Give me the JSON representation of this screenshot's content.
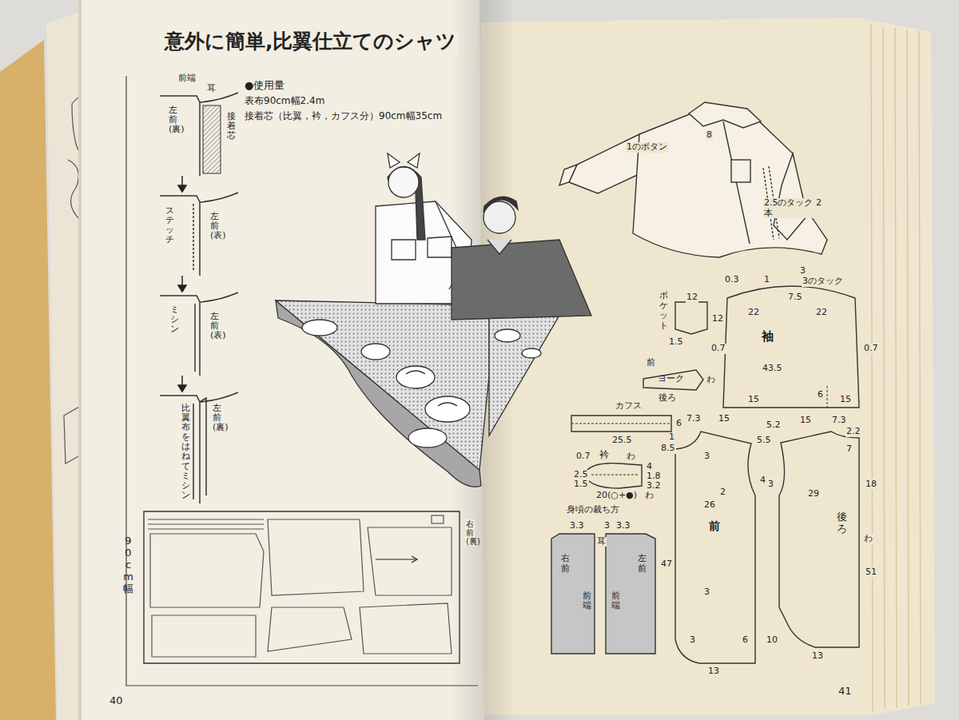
{
  "diagram": {
    "title": "意外に簡単,比翼仕立てのシャツ",
    "nodes": [
      {
        "text": [
          "90cm幅"
        ]
      },
      {
        "text": [
          "ポケット"
        ]
      },
      {
        "text": [
          "袖"
        ]
      },
      {
        "text": [
          "ヨーク"
        ]
      },
      {
        "text": [
          "カフス"
        ]
      },
      {
        "text": [
          "衿"
        ]
      },
      {
        "text": [
          "右前"
        ]
      },
      {
        "text": [
          "左前"
        ]
      },
      {
        "text": [
          "前"
        ]
      },
      {
        "text": [
          "後ろ"
        ]
      }
    ],
    "labels": [
      "前端",
      "耳",
      "左前(裏)",
      "接着芯",
      "ステッチ",
      "左前(表)",
      "ミシン",
      "左前(表)",
      "比翼布をはねてミシン",
      "左前(裏)",
      "●使用量",
      "表布90cm幅2.4m",
      "接着芯（比翼，衿，カフス分）90cm幅35cm",
      "右前(裏)",
      "40",
      "1のボタン",
      "8",
      "2.5のタック 2本",
      "3",
      "3のタック",
      "12",
      "12",
      "1.5",
      "0.3",
      "1",
      "7.5",
      "22",
      "22",
      "0.7",
      "43.5",
      "0.7",
      "6",
      "15",
      "15",
      "前",
      "わ",
      "後ろ",
      "6",
      "25.5",
      "0.7",
      "わ",
      "4",
      "1.8",
      "2.5",
      "3.2",
      "1.5",
      "20(○+●)",
      "わ",
      "身頃の裁ち方",
      "3.3",
      "3",
      "3.3",
      "耳",
      "前端",
      "前端",
      "7.3",
      "15",
      "1",
      "8.5",
      "5.5",
      "3",
      "4",
      "2",
      "26",
      "47",
      "3",
      "3",
      "6",
      "13",
      "15",
      "7.3",
      "5.2",
      "2.2",
      "7",
      "18",
      "3",
      "29",
      "わ",
      "51",
      "10",
      "13",
      "41"
    ]
  }
}
